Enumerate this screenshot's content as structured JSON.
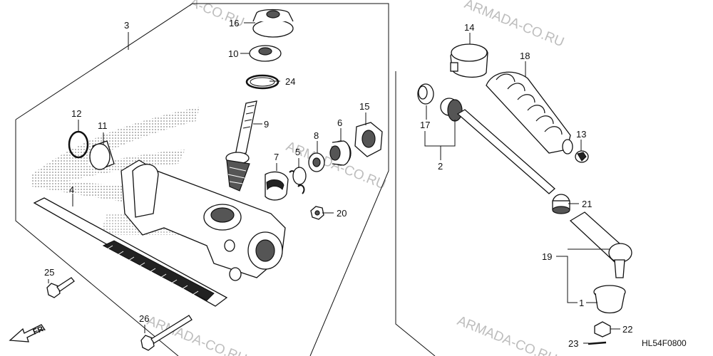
{
  "watermark": {
    "top": "ARMADA-CO.RU",
    "top_partial": "A-CO.RU",
    "middle": "ARMADA-CO.RU",
    "bottom_left": "ARMADA-CO.RU",
    "bottom_right": "ARMADA-CO.RU"
  },
  "diagram_code": "HL54F0800",
  "direction_label": "FR.",
  "callouts": {
    "p1": "1",
    "p2": "2",
    "p3": "3",
    "p4": "4",
    "p5": "5",
    "p6": "6",
    "p7": "7",
    "p8": "8",
    "p9": "9",
    "p10": "10",
    "p11": "11",
    "p12": "12",
    "p13": "13",
    "p14": "14",
    "p15": "15",
    "p16": "16",
    "p17": "17",
    "p18": "18",
    "p19": "19",
    "p20": "20",
    "p21": "21",
    "p22": "22",
    "p23": "23",
    "p24": "24",
    "p25": "25",
    "p26": "26"
  }
}
